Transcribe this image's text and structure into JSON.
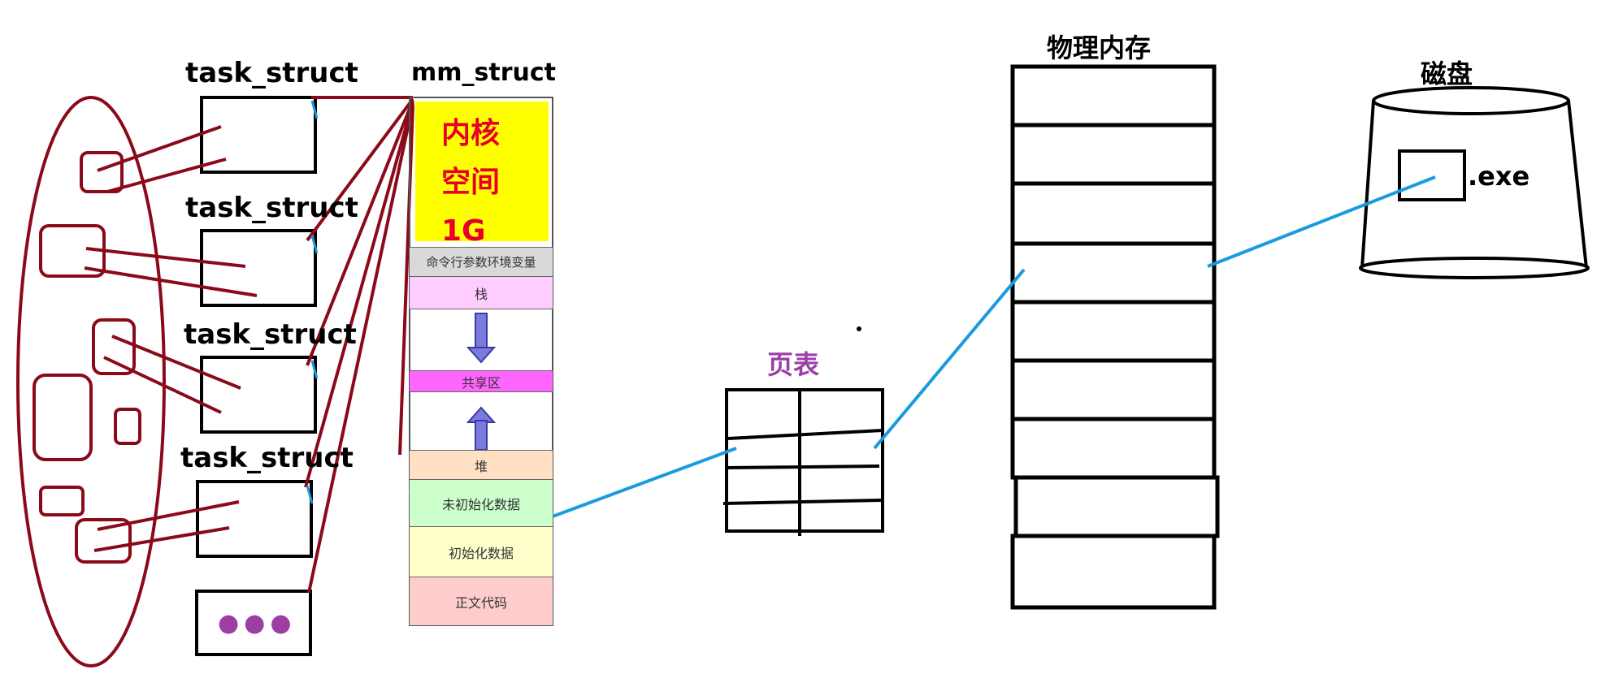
{
  "process_area": {
    "task_struct_labels": [
      "task_struct",
      "task_struct",
      "task_struct",
      "task_struct"
    ],
    "more_label": "●●●"
  },
  "mm_struct": {
    "title": "mm_struct",
    "kernel_lines": [
      "内核",
      "空间",
      "1G"
    ],
    "segments": [
      {
        "label": "命令行参数环境变量",
        "color": "#d9d9d9"
      },
      {
        "label": "栈",
        "color": "#ffccff"
      },
      {
        "label": "",
        "color": "#ffffff"
      },
      {
        "label": "共享区",
        "color": "#ff66ff"
      },
      {
        "label": "",
        "color": "#ffffff"
      },
      {
        "label": "堆",
        "color": "#ffe0c2"
      },
      {
        "label": "未初始化数据",
        "color": "#ccffcc"
      },
      {
        "label": "初始化数据",
        "color": "#ffffcc"
      },
      {
        "label": "正文代码",
        "color": "#ffcccc"
      }
    ]
  },
  "page_table": {
    "title": "页表"
  },
  "physical_memory": {
    "title": "物理内存"
  },
  "disk": {
    "title": "磁盘",
    "file_label": ".exe"
  },
  "colors": {
    "dark_red": "#8b0a1a",
    "blue": "#1a9be0",
    "purple": "#9b3fa5",
    "kernel_yellow": "#ffff00",
    "kernel_text": "#e8002a"
  }
}
